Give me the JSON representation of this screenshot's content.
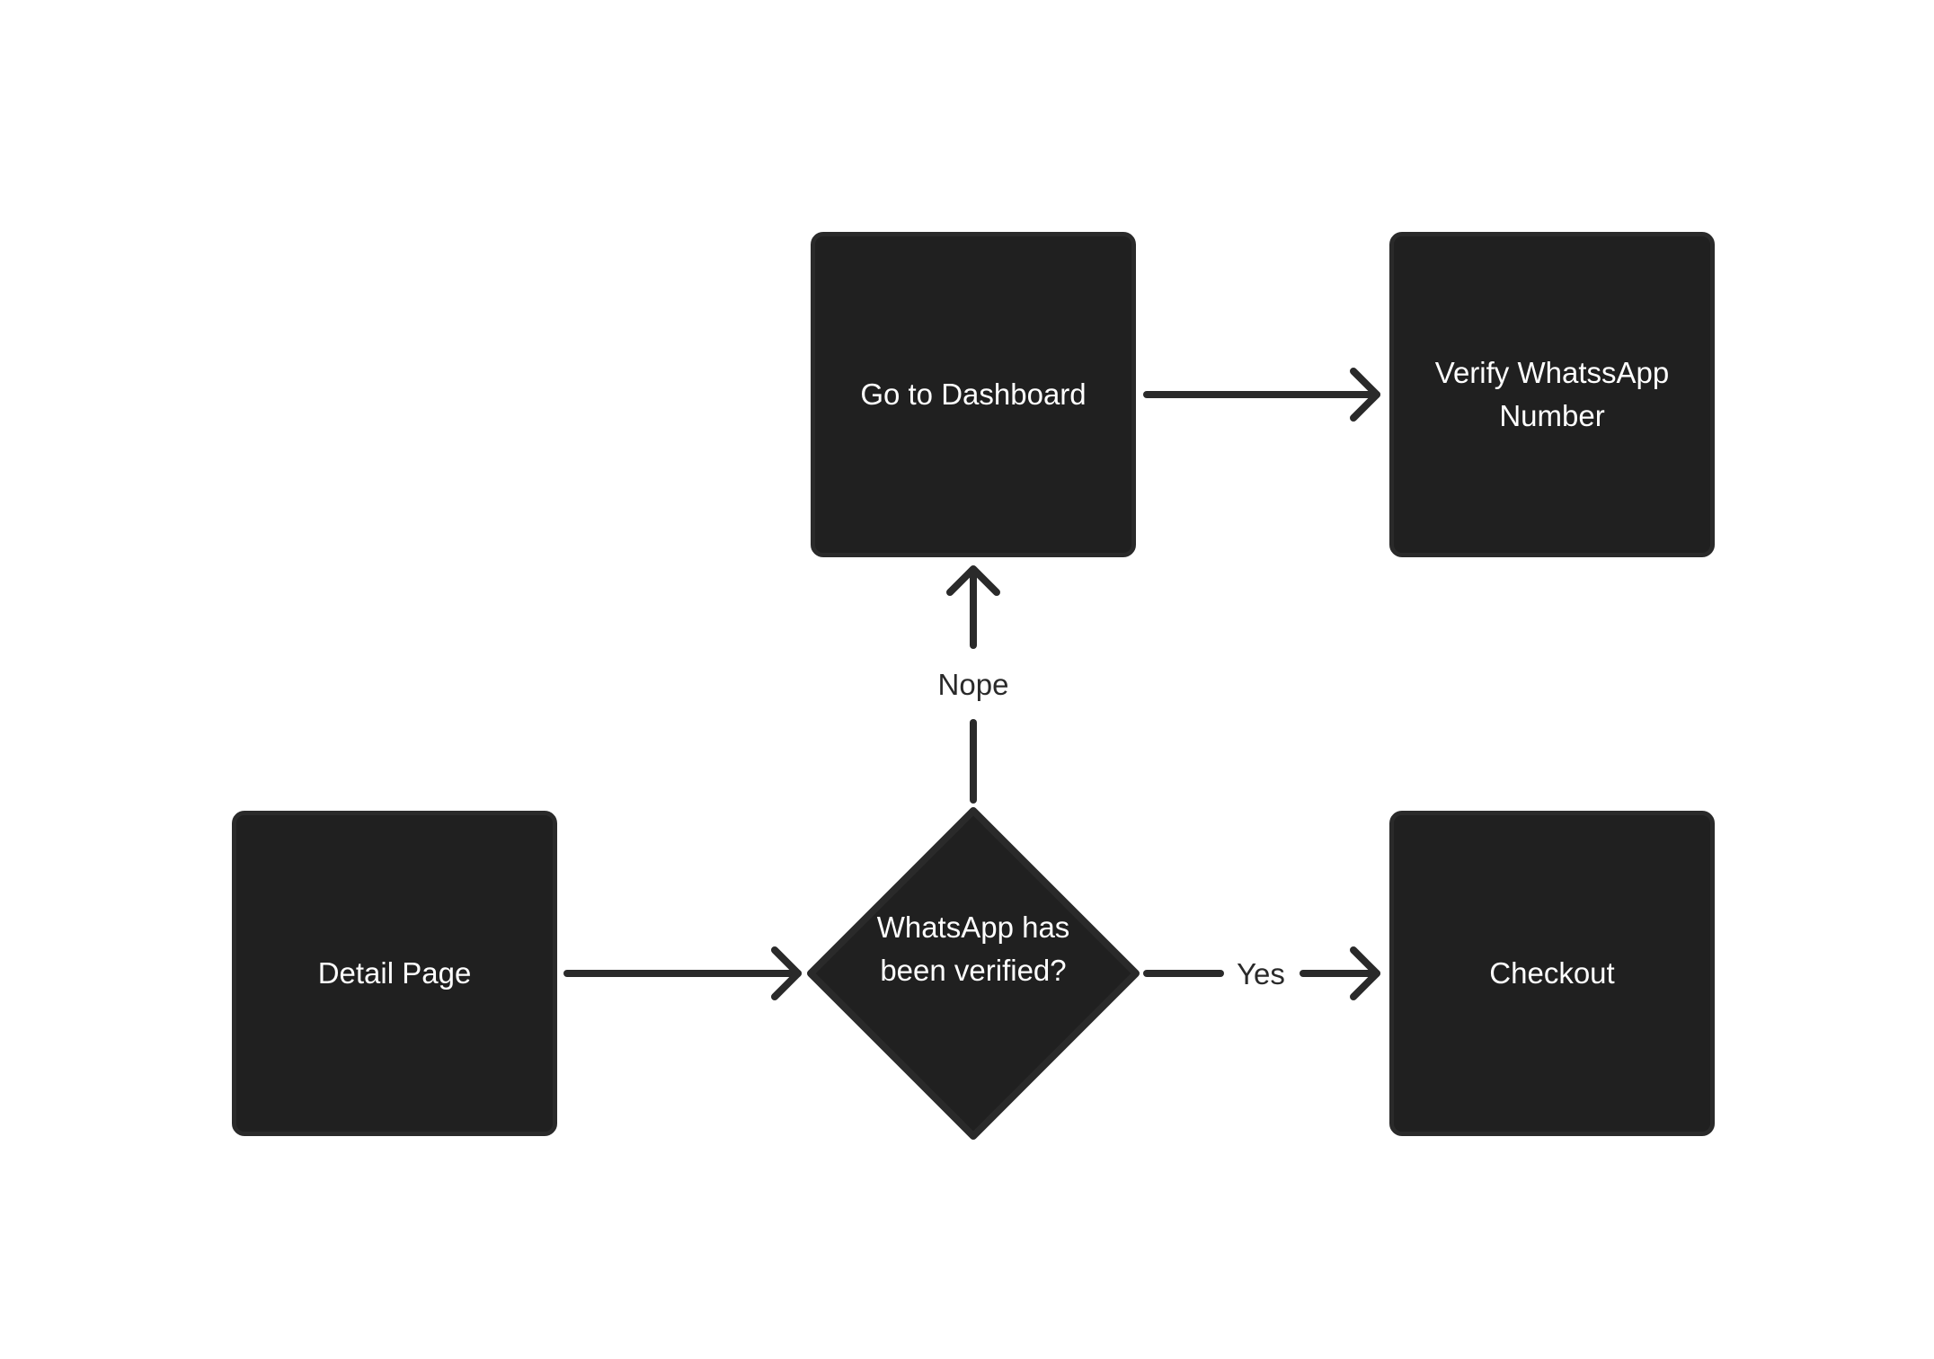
{
  "diagram": {
    "nodes": {
      "detail_page": "Detail Page",
      "dashboard": "Go to Dashboard",
      "verify": "Verify WhatssApp Number",
      "checkout": "Checkout",
      "decision": "WhatsApp has been verified?"
    },
    "edges": {
      "nope": "Nope",
      "yes": "Yes"
    },
    "colors": {
      "node_fill": "#202020",
      "node_border": "#2a2a2a",
      "connector": "#2a2a2a",
      "background": "#ffffff",
      "node_text": "#ffffff"
    }
  }
}
